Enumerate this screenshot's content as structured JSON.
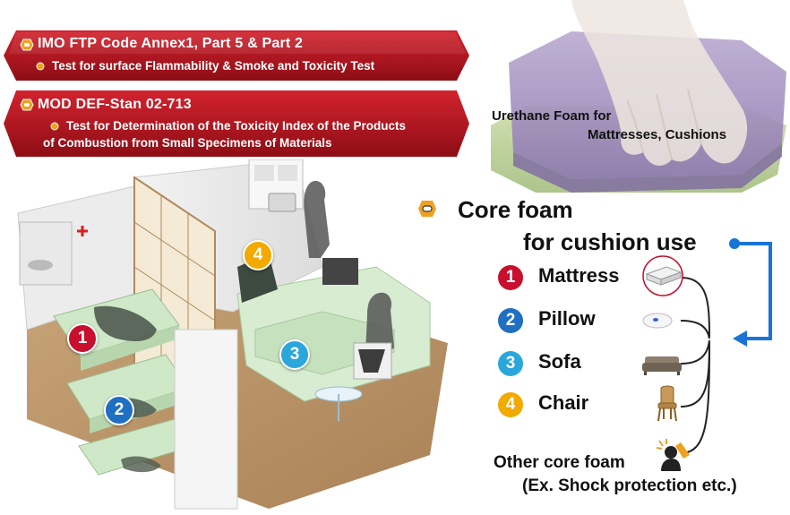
{
  "banners": [
    {
      "title": "IMO FTP Code Annex1, Part 5 & Part 2",
      "lines": [
        "Test for surface Flammability & Smoke and Toxicity Test"
      ]
    },
    {
      "title": "MOD DEF-Stan 02-713",
      "lines": [
        "Test for Determination of the Toxicity Index of the Products",
        "of Combustion from Small Specimens of Materials"
      ]
    }
  ],
  "foam_caption": {
    "line1": "Urethane Foam for",
    "line2": "Mattresses, Cushions"
  },
  "core": {
    "title": "Core foam",
    "subtitle": "for cushion use"
  },
  "items": [
    {
      "num": "1",
      "label": "Mattress",
      "color": "#c8102e",
      "icon": "mattress-icon"
    },
    {
      "num": "2",
      "label": "Pillow",
      "color": "#1f6fc2",
      "icon": "pillow-icon"
    },
    {
      "num": "3",
      "label": "Sofa",
      "color": "#2aa6dc",
      "icon": "sofa-icon"
    },
    {
      "num": "4",
      "label": "Chair",
      "color": "#f2a900",
      "icon": "chair-icon"
    }
  ],
  "other": {
    "line1": "Other core foam",
    "line2": "(Ex. Shock protection etc.)",
    "icon": "shock-protection-icon"
  },
  "colors": {
    "banner_red": "#b3161f",
    "arrow_blue": "#1a73d6",
    "bullet_orange": "#f0a020"
  }
}
